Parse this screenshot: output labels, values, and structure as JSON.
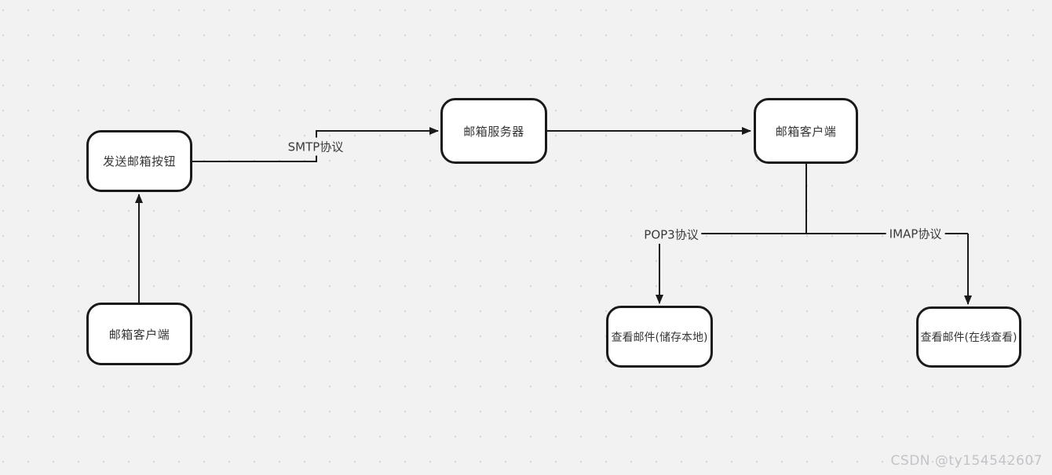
{
  "diagram": {
    "title": "email-protocol-flowchart",
    "nodes": [
      {
        "id": "send-mail-button",
        "label": "发送邮箱按钮"
      },
      {
        "id": "mail-server",
        "label": "邮箱服务器"
      },
      {
        "id": "mail-client-top",
        "label": "邮箱客户端"
      },
      {
        "id": "mail-client-bottom",
        "label": "邮箱客户端"
      },
      {
        "id": "view-mail-local",
        "label": "查看邮件(储存本地)"
      },
      {
        "id": "view-mail-online",
        "label": "查看邮件(在线查看)"
      }
    ],
    "edge_labels": [
      {
        "id": "smtp",
        "label": "SMTP协议"
      },
      {
        "id": "pop3",
        "label": "POP3协议"
      },
      {
        "id": "imap",
        "label": "IMAP协议"
      }
    ],
    "edges": [
      {
        "from": "send-mail-button",
        "to": "mail-server",
        "label": "SMTP协议"
      },
      {
        "from": "mail-server",
        "to": "mail-client-top",
        "label": ""
      },
      {
        "from": "mail-client-top",
        "to": "view-mail-local",
        "label": "POP3协议"
      },
      {
        "from": "mail-client-top",
        "to": "view-mail-online",
        "label": "IMAP协议"
      },
      {
        "from": "mail-client-bottom",
        "to": "send-mail-button",
        "label": ""
      }
    ]
  },
  "watermark": {
    "text": "CSDN @ty154542607"
  },
  "colors": {
    "background": "#f2f2f3",
    "grid_dot": "#d7d7da",
    "node_fill": "#ffffff",
    "node_border": "#1a1a1a",
    "edge": "#1a1a1a",
    "text": "#353535",
    "watermark": "#c4c4c8"
  }
}
